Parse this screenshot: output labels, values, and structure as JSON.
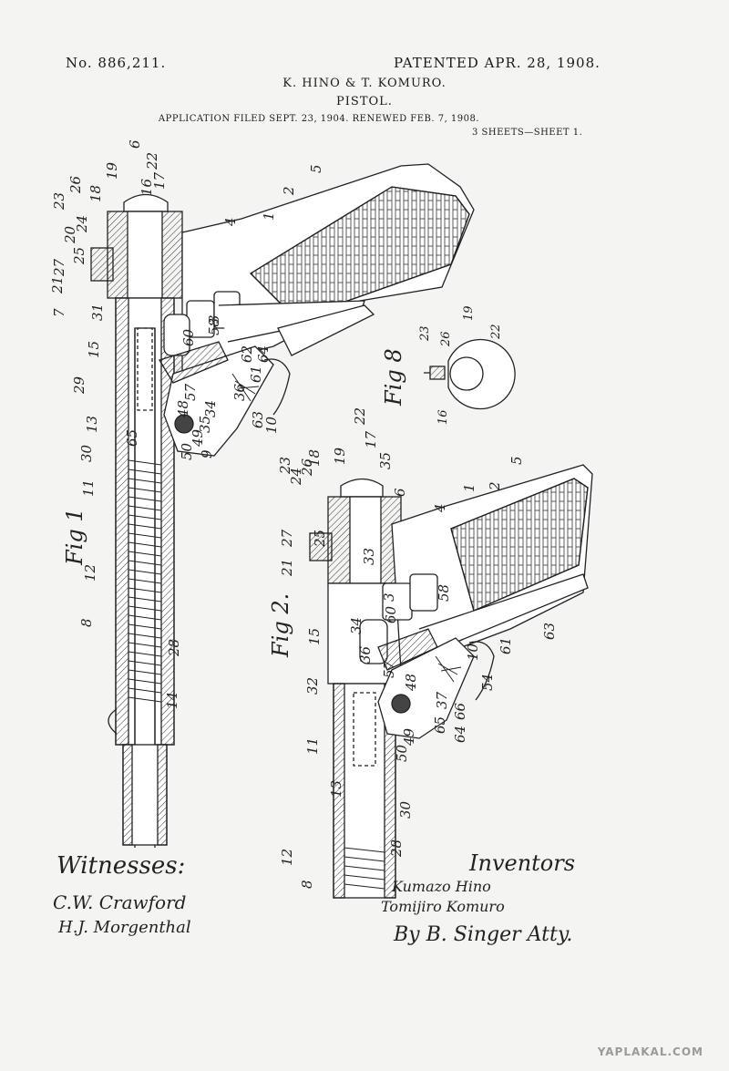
{
  "header": {
    "patent_number": "No. 886,211.",
    "patented_date": "PATENTED APR. 28, 1908.",
    "inventors": "K. HINO & T. KOMURO.",
    "title": "PISTOL.",
    "application": "APPLICATION FILED SEPT. 23, 1904. RENEWED FEB. 7, 1908.",
    "sheets": "3 SHEETS—SHEET 1."
  },
  "figures": {
    "fig1": "Fig 1",
    "fig2": "Fig 2.",
    "fig8": "Fig 8"
  },
  "labels": {
    "fig1": [
      "6",
      "23",
      "26",
      "18",
      "19",
      "22",
      "16",
      "17",
      "20",
      "24",
      "25",
      "27",
      "21",
      "7",
      "31",
      "15",
      "29",
      "13",
      "30",
      "11",
      "12",
      "8",
      "14",
      "28",
      "4",
      "2",
      "5",
      "9",
      "1",
      "3",
      "60",
      "58",
      "57",
      "48",
      "50",
      "49",
      "35",
      "34",
      "36",
      "62",
      "63",
      "64",
      "61",
      "10",
      "65",
      "6"
    ],
    "fig2": [
      "23",
      "24",
      "26",
      "18",
      "19",
      "22",
      "17",
      "35",
      "6",
      "4",
      "1",
      "2",
      "5",
      "27",
      "21",
      "25",
      "33",
      "3",
      "60",
      "58",
      "36",
      "34",
      "15",
      "32",
      "57",
      "48",
      "49",
      "50",
      "37",
      "54",
      "64",
      "65",
      "66",
      "10",
      "61",
      "63",
      "11",
      "13",
      "30",
      "28",
      "12",
      "8"
    ],
    "fig8": [
      "23",
      "26",
      "19",
      "22",
      "16"
    ]
  },
  "signatures": {
    "witnesses_label": "Witnesses:",
    "witness_1": "C.W. Crawford",
    "witness_2": "H.J. Morgenthal",
    "inventors_label": "Inventors",
    "inventor_1": "Kumazo Hino",
    "inventor_2": "Tomijiro Komuro",
    "attorney": "By B. Singer Atty."
  },
  "watermark": "YAPLAKAL.COM"
}
